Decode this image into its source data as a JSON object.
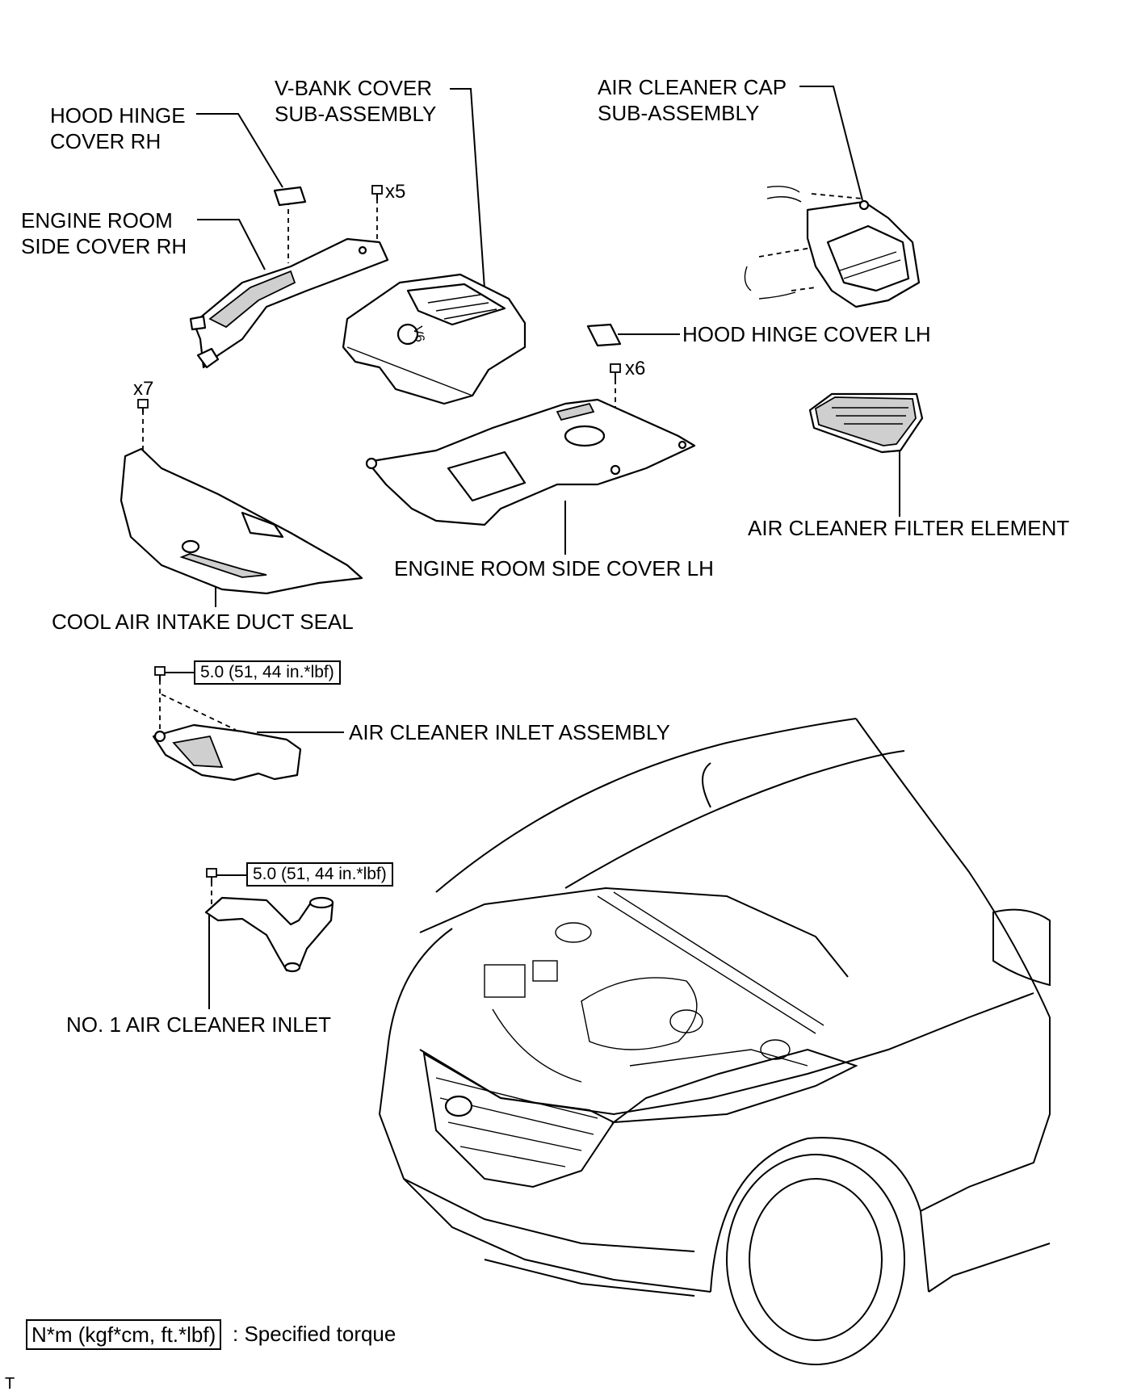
{
  "labels": {
    "hood_hinge_cover_rh": [
      "HOOD HINGE",
      "COVER RH"
    ],
    "v_bank_cover": [
      "V-BANK COVER",
      "SUB-ASSEMBLY"
    ],
    "air_cleaner_cap": [
      "AIR CLEANER CAP",
      "SUB-ASSEMBLY"
    ],
    "engine_room_side_cover_rh": [
      "ENGINE ROOM",
      "SIDE COVER RH"
    ],
    "hood_hinge_cover_lh": "HOOD HINGE COVER LH",
    "air_cleaner_filter_element": "AIR CLEANER FILTER ELEMENT",
    "engine_room_side_cover_lh": "ENGINE ROOM SIDE COVER LH",
    "cool_air_intake_duct_seal": "COOL AIR INTAKE DUCT SEAL",
    "air_cleaner_inlet_assembly": "AIR CLEANER INLET ASSEMBLY",
    "no1_air_cleaner_inlet": "NO. 1 AIR CLEANER INLET"
  },
  "quantities": {
    "x5": "x5",
    "x6": "x6",
    "x7": "x7"
  },
  "torque": {
    "inlet_assembly": "5.0 (51, 44 in.*lbf)",
    "no1_inlet": "5.0 (51, 44 in.*lbf)"
  },
  "legend": {
    "unit_box": "N*m (kgf*cm, ft.*lbf)",
    "description": ": Specified torque"
  },
  "corner_mark": "T",
  "emblem_text": "V6"
}
